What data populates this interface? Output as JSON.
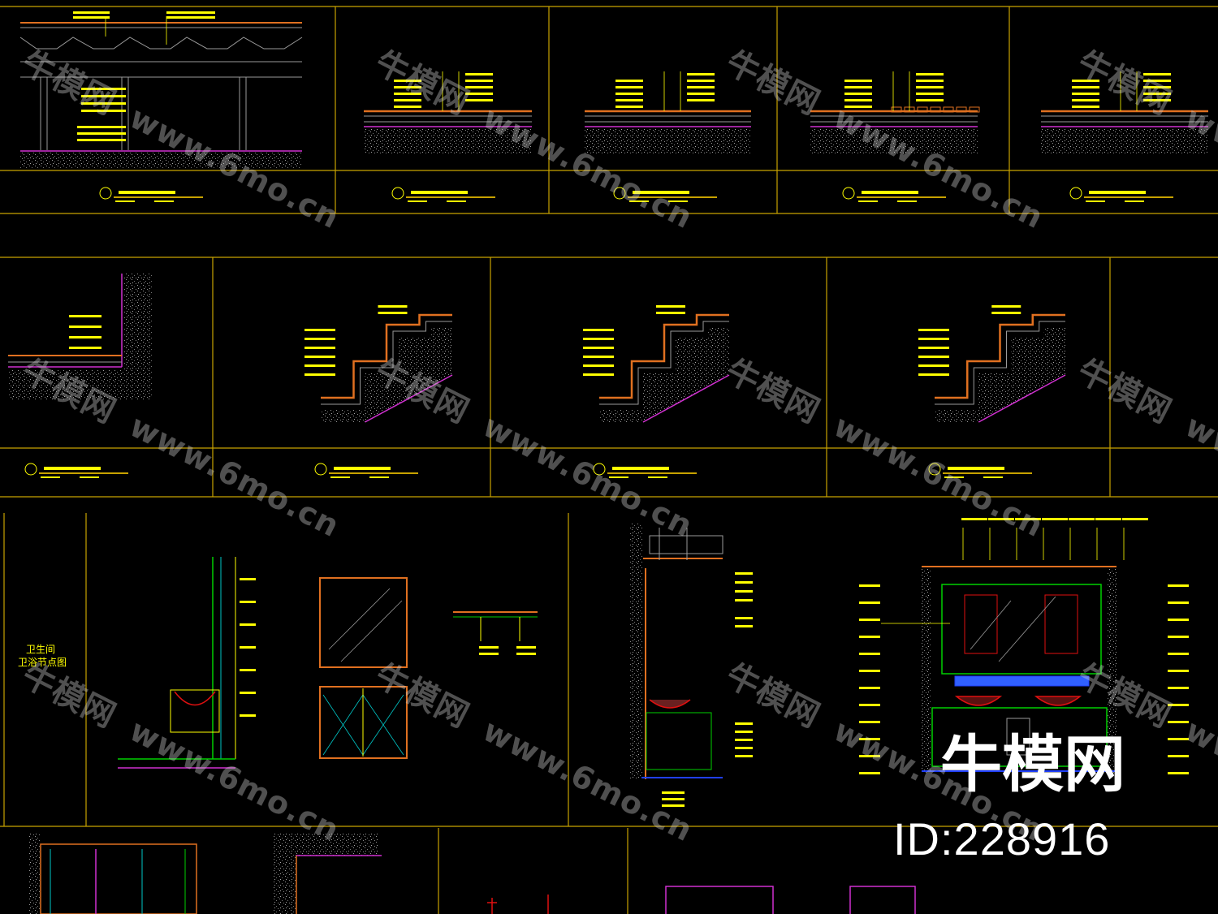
{
  "colors": {
    "frame": "#c8a200",
    "label": "#ffff00",
    "concrete": "#9a9a9a",
    "magenta": "#d030d0",
    "green": "#00d000",
    "orange": "#e07020",
    "cyan": "#00c8c8",
    "blue": "#2040ff",
    "red": "#e01010",
    "watermark": "#d2d2d2",
    "brand": "#ffffff"
  },
  "watermark": {
    "brand_cn": "牛模网",
    "url": "www.6mo.cn"
  },
  "brand": {
    "name": "牛模网",
    "id_text": "ID:228916"
  },
  "drawing": {
    "bathroom_section_title": "卫生间\n卫浴节点图"
  }
}
